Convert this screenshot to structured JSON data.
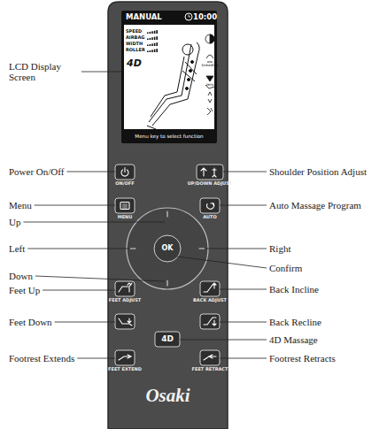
{
  "diagram": {
    "nodes": [
      {
        "text": [
          "Osaki"
        ]
      },
      {
        "text": [
          "MANUAL",
          "10:00",
          "SPEED",
          "AIRBAG",
          "WIDTH",
          "ROLLER",
          "4D",
          "kneading",
          "zero",
          "Menu key to select function"
        ],
        "in": 0
      },
      {
        "text": [
          "OK"
        ],
        "in": 0
      },
      {
        "text": [
          "4D"
        ],
        "in": 0
      }
    ],
    "labels": [
      "LCD Display Screen",
      "Power On/Off",
      "ON/OFF",
      "UP/DOWN ADJUST",
      "Shoulder Position Adjust",
      "Menu",
      "MENU",
      "AUTO",
      "Auto Massage Program",
      "Up",
      "Left",
      "Right",
      "Confirm",
      "Down",
      "Feet Up",
      "FEET ADJUST",
      "BACK ADJUST",
      "Back Incline",
      "Feet Down",
      "Back Recline",
      "4D Massage",
      "Footrest Extends",
      "FEET EXTEND",
      "FEET RETRACT",
      "Footrest Retracts"
    ]
  }
}
